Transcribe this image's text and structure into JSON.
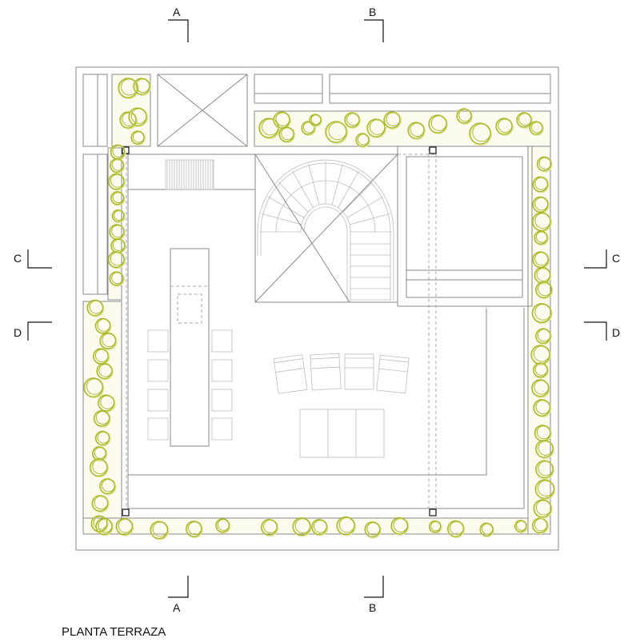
{
  "title": "PLANTA TERRAZA",
  "sections": {
    "a_top": "A",
    "a_bottom": "A",
    "b_top": "B",
    "b_bottom": "B",
    "c_left": "C",
    "c_right": "C",
    "d_left": "D",
    "d_right": "D"
  },
  "colors": {
    "glazing": "#e3ecf6",
    "pool": "#dbe9e7",
    "planter": "#fbfbee",
    "tree": "#a9b626",
    "line": "#8a8a8a"
  }
}
